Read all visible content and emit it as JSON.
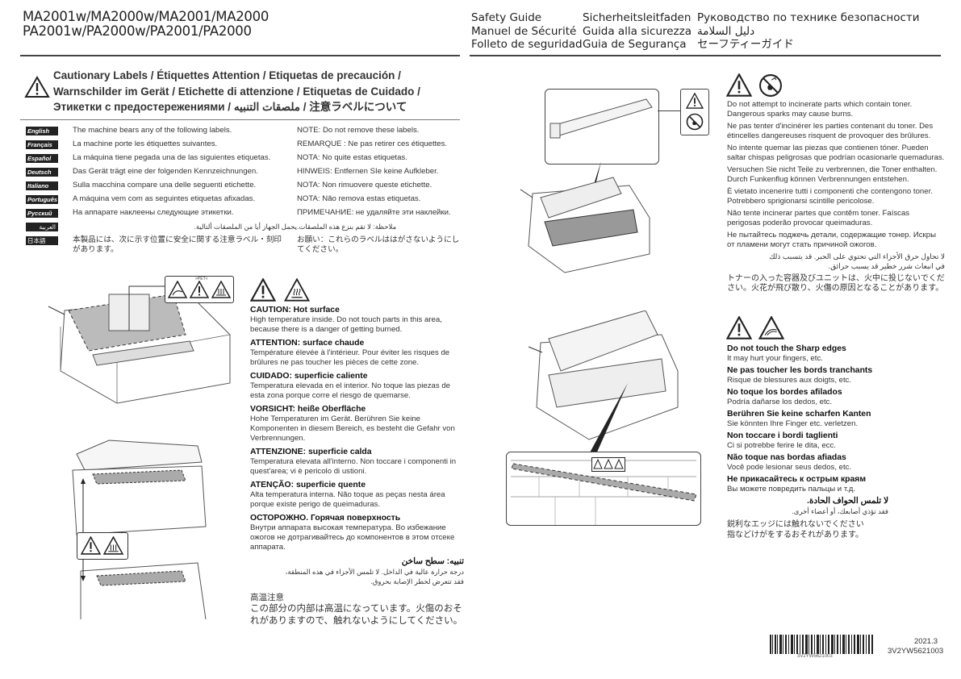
{
  "header": {
    "models": [
      "MA2001w/MA2000w/MA2001/MA2000",
      "PA2001w/PA2000w/PA2001/PA2000"
    ],
    "guide_titles_col1": [
      "Safety Guide",
      "Manuel de Sécurité",
      "Folleto de seguridad"
    ],
    "guide_titles_col2": [
      "Sicherheitsleitfaden",
      "Guida alla sicurezza",
      "Guia de Segurança"
    ],
    "guide_titles_col3": [
      "Руководство по технике безопасности",
      "دليل السلامة",
      "セーフティーガイド"
    ]
  },
  "cautionary_labels": {
    "title_lines": [
      "Cautionary Labels / Étiquettes Attention / Etiquetas de precaución /",
      "Warnschilder im Gerät / Etichette di attenzione / Etiquetas de Cuidado /",
      "Этикетки с предостережениями / ملصقات التنبيه / 注意ラベルについて"
    ],
    "icon": "warning-triangle-icon"
  },
  "languages": [
    {
      "badge": "English",
      "text": "The machine bears any of the following labels.",
      "note": "NOTE: Do not remove these labels."
    },
    {
      "badge": "Français",
      "text": "La machine porte les étiquettes suivantes.",
      "note": "REMARQUE : Ne pas retirer ces étiquettes."
    },
    {
      "badge": "Español",
      "text": "La máquina tiene pegada una de las siguientes etiquetas.",
      "note": "NOTA: No quite estas etiquetas."
    },
    {
      "badge": "Deutsch",
      "text": "Das Gerät trägt eine der folgenden Kennzeichnungen.",
      "note": "HINWEIS: Entfernen SIe keine Aufkleber."
    },
    {
      "badge": "Italiano",
      "text": "Sulla macchina compare una delle seguenti etichette.",
      "note": "NOTA: Non rimuovere queste etichette."
    },
    {
      "badge": "Português",
      "text": "A máquina vem com as seguintes etiquetas afixadas.",
      "note": "NOTA: Não remova estas etiquetas."
    },
    {
      "badge": "Русский",
      "text": "На аппарате наклеены следующие этикетки.",
      "note": "ПРИМЕЧАНИЕ: не удаляйте эти наклейки."
    },
    {
      "badge": "العربية",
      "text": "يحمل الجهاز أيا من الملصقات ألتالية.",
      "note": "ملاحظة: لا تقم بنزع هذه الملصقات."
    },
    {
      "badge": "日本語",
      "text": "本製品には、次に示す位置に安全に関する注意ラベル・刻印があります。",
      "note": "お願い：これらのラベルははがさないようにしてください。"
    }
  ],
  "hot_surface": {
    "icons": [
      "warning-triangle-icon",
      "hot-surface-icon"
    ],
    "entries": [
      {
        "title": "CAUTION: Hot surface",
        "body": "High temperature inside. Do not touch parts in this area, because there is a danger of getting burned."
      },
      {
        "title": "ATTENTION: surface chaude",
        "body": "Température élevée à l'intérieur. Pour éviter les risques de brûlures ne pas toucher les pièces de cette zone."
      },
      {
        "title": "CUIDADO: superficie caliente",
        "body": "Temperatura elevada en el interior.  No toque las piezas de esta zona porque corre el riesgo de quemarse."
      },
      {
        "title": "VORSICHT: heiße Oberfläche",
        "body": "Hohe Temperaturen im Gerät. Berühren Sie keine Komponenten in diesem Bereich, es besteht die Gefahr von Verbrennungen."
      },
      {
        "title": "ATTENZIONE: superficie calda",
        "body": "Temperatura elevata all'interno. Non toccare i componenti in quest'area; vi è pericolo di ustioni."
      },
      {
        "title": "ATENÇÃO: superficie quente",
        "body": "Alta temperatura interna. Não toque as peças nesta área porque existe perigo de queimaduras."
      },
      {
        "title": "ОСТОРОЖНО. Горячая поверхность",
        "body": "Внутри аппарата высокая температура. Во избежание ожогов не дотрагивайтесь до компонентов в этом отсеке аппарата."
      },
      {
        "title": "تنبيه: سطح ساخن",
        "body": "درجة حرارة عالية في الداخل. لا تلمس الأجزاء في هذه المنطقة، فقد تتعرض لخطر الإصابة بحروق.",
        "rtl": true
      },
      {
        "title": "高温注意",
        "body": "この部分の内部は高温になっています。火傷のおそれがありますので、触れないようにしてください。",
        "ja": true
      }
    ]
  },
  "figure_labels": {
    "pet_label": ">PET<"
  },
  "toner": {
    "icons": [
      "warning-triangle-icon",
      "no-fire-icon"
    ],
    "paragraphs": [
      "Do not attempt to incinerate parts which contain toner. Dangerous sparks may cause burns.",
      "Ne pas tenter d'incinérer les parties contenant du toner. Des étincelles dangereuses risquent de provoquer des brûlures.",
      "No intente quemar las piezas que contienen tóner. Pueden saltar chispas peligrosas que podrían ocasionarle quemaduras.",
      "Versuchen Sie nicht Teile zu verbrennen, die Toner enthalten. Durch Funkenflug können Verbrennungen entstehen.",
      "È vietato incenerire tutti i componenti che contengono toner. Potrebbero sprigionarsi scintille pericolose.",
      "Não tente incinerar partes que contêm toner. Faíscas perigosas poderão provocar queimaduras.",
      "Не пытайтесь поджечь детали, содержащие тонер. Искры от пламени могут стать причиной ожогов."
    ],
    "arabic": "لا تحاول حرق الأجزاء التي تحتوي على الحبر. قد يتسبب ذلك في انبعاث شرر خطير قد يسبب حرائق.",
    "japanese": "トナーの入った容器及びユニットは、火中に投じないでください。火花が飛び散り、火傷の原因となることがあります。"
  },
  "sharp_edges": {
    "icons": [
      "warning-triangle-icon",
      "sharp-edge-icon"
    ],
    "entries": [
      {
        "title": "Do not touch the Sharp edges",
        "body": "It may hurt your fingers, etc."
      },
      {
        "title": "Ne pas toucher les bords tranchants",
        "body": "Risque de blessures aux doigts, etc."
      },
      {
        "title": "No toque los bordes afilados",
        "body": "Podría dañarse los dedos, etc."
      },
      {
        "title": "Berühren Sie keine scharfen Kanten",
        "body": "Sie könnten Ihre Finger etc. verletzen."
      },
      {
        "title": "Non toccare i bordi taglienti",
        "body": "Ci si potrebbe ferire le dita, ecc."
      },
      {
        "title": "Não toque nas bordas afiadas",
        "body": "Você pode lesionar seus dedos, etc."
      },
      {
        "title": "Не прикасайтесь к острым краям",
        "body": "Вы можете повредить пальцы и т.д."
      },
      {
        "title": "لا تلمس الحواف الحادة.",
        "body": "فقد تؤذي أصابعك، أو أعضاء أخرى.",
        "rtl": true
      }
    ],
    "japanese": [
      "鋭利なエッジには触れないでください",
      "指などけがをするおそれがあります。"
    ]
  },
  "footer": {
    "barcode_text": "3V2YW5621003",
    "date": "2021.3",
    "code": "3V2YW5621003"
  }
}
